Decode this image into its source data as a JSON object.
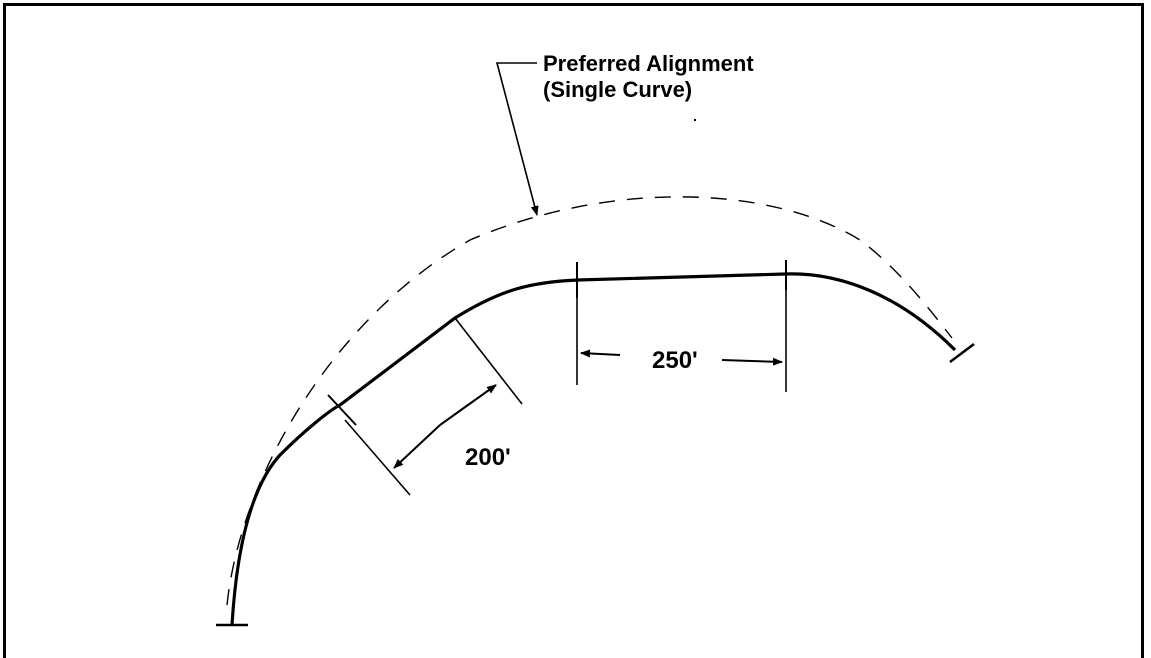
{
  "diagram": {
    "callout_line1": "Preferred Alignment",
    "callout_line2": "(Single Curve)",
    "dim_tangent": "200'",
    "dim_straight": "250'"
  },
  "colors": {
    "line": "#000000",
    "background": "#ffffff"
  }
}
